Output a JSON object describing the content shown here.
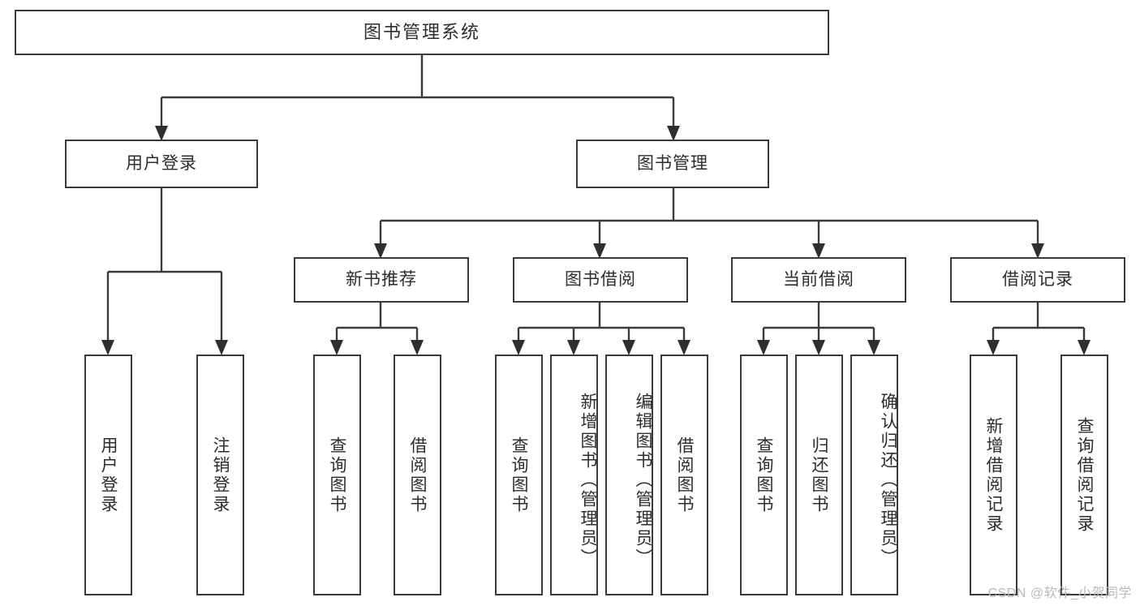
{
  "diagram": {
    "type": "tree-hierarchy",
    "title": "图书管理系统",
    "watermark": "CSDN @软件_小贺同学",
    "colors": {
      "stroke": "#3a3a3a",
      "arrow": "#2f2f2f",
      "node_fill": "#ffffff",
      "text": "#2d2d2d",
      "watermark": "#b9b9b9",
      "background": "#ffffff"
    },
    "root": {
      "id": "root",
      "label": "图书管理系统",
      "orientation": "horizontal"
    },
    "level2": [
      {
        "id": "user-login",
        "label": "用户登录",
        "orientation": "horizontal"
      },
      {
        "id": "book-manage",
        "label": "图书管理",
        "orientation": "horizontal"
      }
    ],
    "level3": [
      {
        "id": "new-book-recommend",
        "label": "新书推荐",
        "parent": "book-manage",
        "orientation": "horizontal"
      },
      {
        "id": "book-borrow",
        "label": "图书借阅",
        "parent": "book-manage",
        "orientation": "horizontal"
      },
      {
        "id": "current-borrow",
        "label": "当前借阅",
        "parent": "book-manage",
        "orientation": "horizontal"
      },
      {
        "id": "borrow-record",
        "label": "借阅记录",
        "parent": "book-manage",
        "orientation": "horizontal"
      }
    ],
    "leaves": [
      {
        "id": "leaf-user-login",
        "label": "用户登录",
        "parent": "user-login",
        "orientation": "vertical"
      },
      {
        "id": "leaf-logout",
        "label": "注销登录",
        "parent": "user-login",
        "orientation": "vertical"
      },
      {
        "id": "leaf-query-book-1",
        "label": "查询图书",
        "parent": "new-book-recommend",
        "orientation": "vertical"
      },
      {
        "id": "leaf-borrow-book-1",
        "label": "借阅图书",
        "parent": "new-book-recommend",
        "orientation": "vertical"
      },
      {
        "id": "leaf-query-book-2",
        "label": "查询图书",
        "parent": "book-borrow",
        "orientation": "vertical"
      },
      {
        "id": "leaf-add-book",
        "label": "新增图书（管理员）",
        "parent": "book-borrow",
        "orientation": "vertical"
      },
      {
        "id": "leaf-edit-book",
        "label": "编辑图书（管理员）",
        "parent": "book-borrow",
        "orientation": "vertical"
      },
      {
        "id": "leaf-borrow-book-2",
        "label": "借阅图书",
        "parent": "book-borrow",
        "orientation": "vertical"
      },
      {
        "id": "leaf-query-book-3",
        "label": "查询图书",
        "parent": "current-borrow",
        "orientation": "vertical"
      },
      {
        "id": "leaf-return-book",
        "label": "归还图书",
        "parent": "current-borrow",
        "orientation": "vertical"
      },
      {
        "id": "leaf-confirm-return",
        "label": "确认归还（管理员）",
        "parent": "current-borrow",
        "orientation": "vertical"
      },
      {
        "id": "leaf-add-record",
        "label": "新增借阅记录",
        "parent": "borrow-record",
        "orientation": "vertical"
      },
      {
        "id": "leaf-query-record",
        "label": "查询借阅记录",
        "parent": "borrow-record",
        "orientation": "vertical"
      }
    ]
  }
}
